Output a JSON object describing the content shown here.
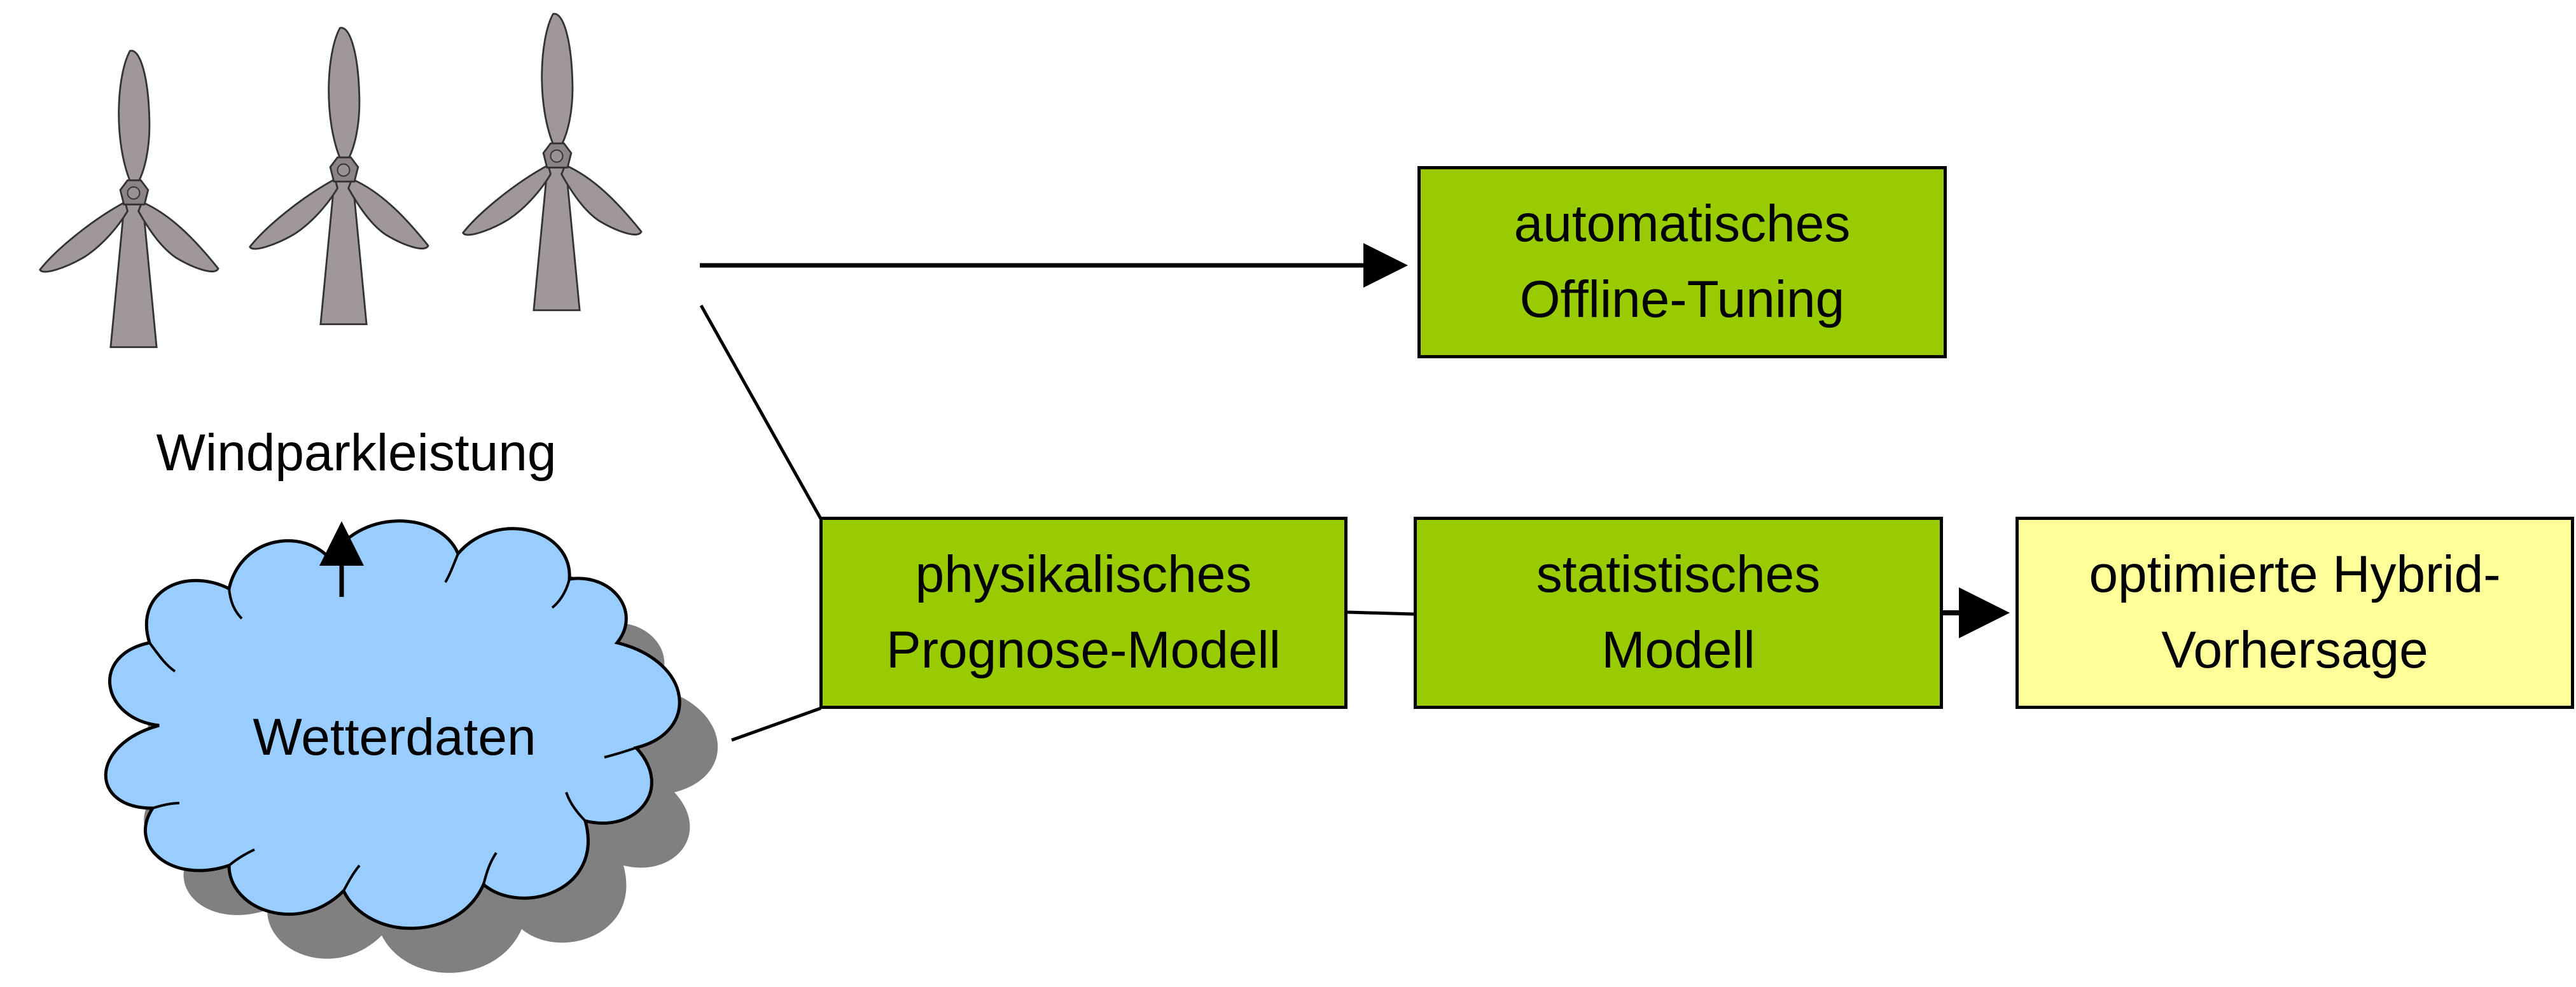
{
  "diagram": {
    "turbines": {
      "icon": "wind-turbine-icon",
      "count": 3,
      "label": "Windparkleistung"
    },
    "cloud": {
      "icon": "cloud-icon",
      "label": "Wetterdaten",
      "fill_color": "#99ccff"
    },
    "boxes": {
      "tuning": {
        "line1": "automatisches",
        "line2": "Offline-Tuning",
        "fill_color": "#99cc00"
      },
      "physical": {
        "line1": "physikalisches",
        "line2": "Prognose-Modell",
        "fill_color": "#99cc00"
      },
      "statistical": {
        "line1": "statistisches",
        "line2": "Modell",
        "fill_color": "#99cc00"
      },
      "hybrid": {
        "line1": "optimierte Hybrid-",
        "line2": "Vorhersage",
        "fill_color": "#ffff99"
      }
    }
  }
}
